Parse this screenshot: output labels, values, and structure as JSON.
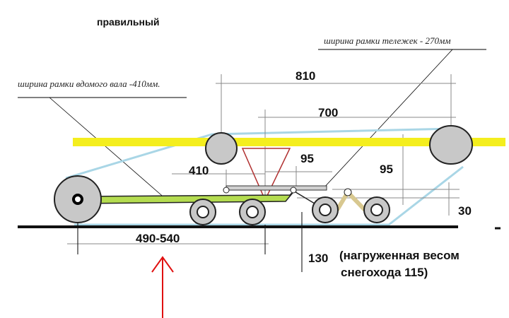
{
  "title": "правильный",
  "labels": {
    "drive_frame_width": "ширина рамки вдомого вала -410мм.",
    "bogie_frame_width": "ширина рамки тележек - 270мм",
    "loaded_note_line1": "(нагруженная  весом",
    "loaded_note_line2": "снегохода 115)"
  },
  "dimensions": {
    "d810": "810",
    "d700": "700",
    "d410": "410",
    "d95_horizontal": "95",
    "d95_vertical": "95",
    "d30": "30",
    "d490_540": "490-540",
    "d130": "130"
  },
  "colors": {
    "rail": "#f4ee1e",
    "track": "#a9d6e6",
    "beam": "#b4dc50",
    "funnel": "#b03030",
    "wheel": "#c8c8c8",
    "arrow": "#e01010"
  }
}
